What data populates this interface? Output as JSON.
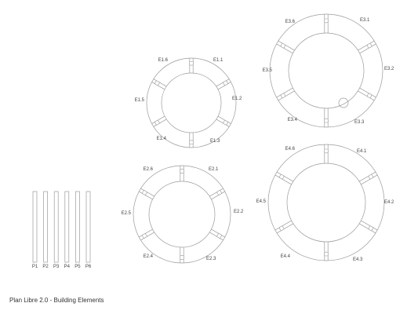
{
  "caption": "Plan Libre 2.0 - Building Elements",
  "colors": {
    "stroke": "#9a9a9a",
    "label": "#444444",
    "background": "#ffffff"
  },
  "posts": [
    "P1",
    "P2",
    "P3",
    "P4",
    "P5",
    "P6"
  ],
  "rings": [
    {
      "name": "ring-e1",
      "labels": [
        "E1.1",
        "E1.2",
        "E1.3",
        "E1.4",
        "E1.5",
        "E1.6"
      ]
    },
    {
      "name": "ring-e2",
      "labels": [
        "E2.1",
        "E2.2",
        "E2.3",
        "E2.4",
        "E2.5",
        "E2.6"
      ]
    },
    {
      "name": "ring-e3",
      "labels": [
        "E3.1",
        "E3.2",
        "E3.3",
        "E3.4",
        "E3.5",
        "E3.6"
      ],
      "hole_in": "E3.3"
    },
    {
      "name": "ring-e4",
      "labels": [
        "E4.1",
        "E4.2",
        "E4.3",
        "E4.4",
        "E4.5",
        "E4.6"
      ]
    }
  ]
}
